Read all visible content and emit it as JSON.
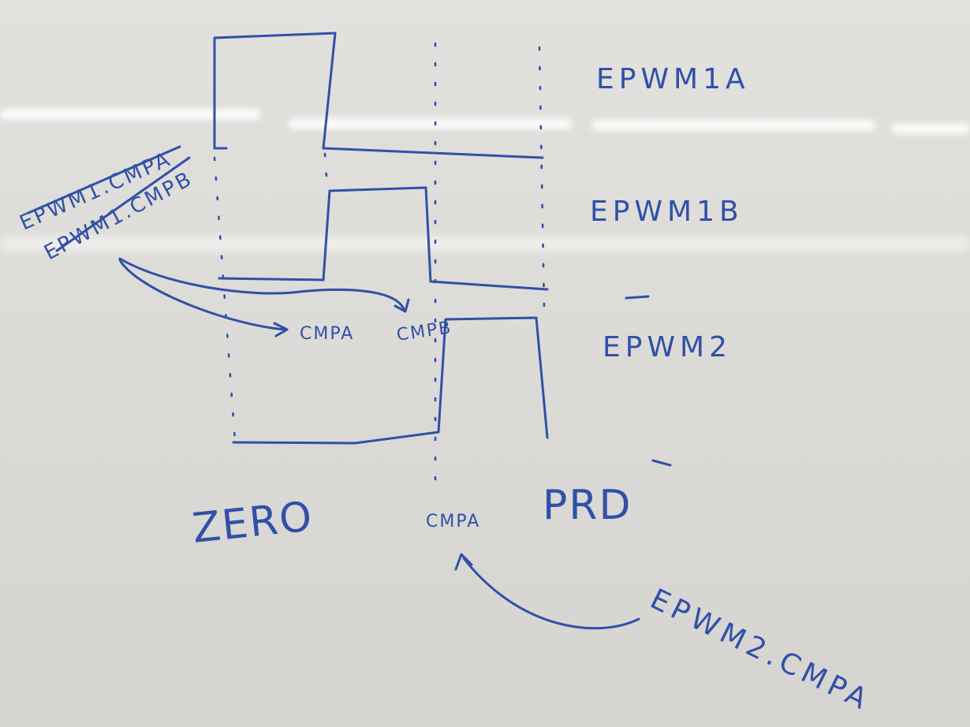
{
  "diagram": {
    "signals": {
      "epwm1a": "EPWM1A",
      "epwm1b": "EPWM1B",
      "epwm2": "EPWM2"
    },
    "notes": {
      "epwm1_cmpa": "EPWM1.CMPA",
      "epwm1_cmpb": "EPWM1.CMPB",
      "epwm2_cmpa": "EPWM2.CMPA"
    },
    "markers": {
      "cmpa_arrow": "CMPA",
      "cmpb_arrow": "CMPB",
      "zero": "ZERO",
      "cmpa_bottom": "CMPA",
      "prd": "PRD"
    },
    "ink_color": "#3150a8"
  }
}
